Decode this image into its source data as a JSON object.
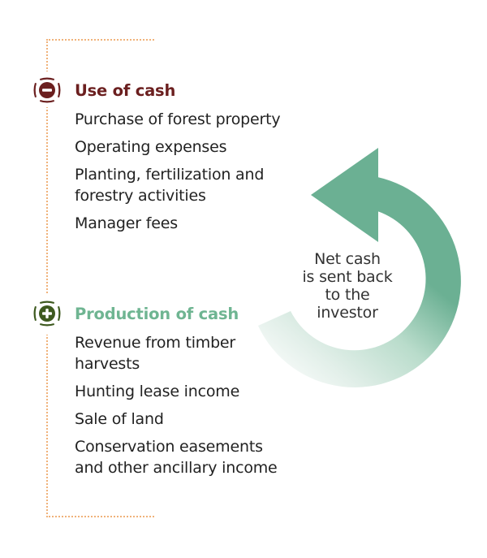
{
  "sections": {
    "use": {
      "title": "Use of cash",
      "icon": "minus-circle-icon",
      "color": "#6b1f1f",
      "items": [
        "Purchase of forest property",
        "Operating expenses",
        "Planting, fertilization and\nforestry activities",
        "Manager fees"
      ]
    },
    "production": {
      "title": "Production of cash",
      "icon": "plus-circle-icon",
      "color": "#6fb592",
      "icon_color": "#3e5a1f",
      "items": [
        "Revenue from timber\nharvests",
        "Hunting lease income",
        "Sale of land",
        "Conservation easements\nand other ancillary income"
      ]
    }
  },
  "cycle": {
    "label": "Net cash\nis sent back\nto the\ninvestor",
    "arrow_color": "#6bb093",
    "icon": "circular-arrow-icon"
  },
  "frame_color": "#f0b27a"
}
